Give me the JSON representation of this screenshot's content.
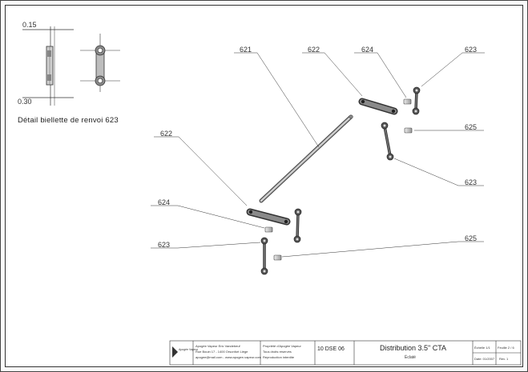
{
  "detail": {
    "dim_top": "0.15",
    "dim_bottom": "0.30",
    "title": "Détail biellette de renvoi 623"
  },
  "parts": {
    "p621": "621",
    "p622_top": "622",
    "p624_top": "624",
    "p623_top": "623",
    "p625_right": "625",
    "p623_right": "623",
    "p622_left": "622",
    "p624_left": "624",
    "p623_left": "623",
    "p625_bottom": "625"
  },
  "title_block": {
    "logo_text": "Apogée Vapeur",
    "company_line1": "Apogée Vapeur Eric Vandebeuf",
    "company_line2": "Rue Bouin 17 - 1400 Orsonfort Liège",
    "company_line3": "apogee@mail.com - www.apogee-vapeur.com",
    "property_line1": "Propriété d'Apogée Vapeur",
    "property_line2": "Tous droits réservés",
    "property_line3": "Reproduction interdite",
    "drawing_number": "10 DSE 06",
    "drawing_title": "Distribution 3.5\" CTA",
    "drawing_subtitle": "Éclaté",
    "sheet_scale": "Échelle 1/1",
    "sheet_num": "Feuille 2 / 6",
    "date": "Date: 01/2007",
    "rev": "Rev. 1"
  }
}
